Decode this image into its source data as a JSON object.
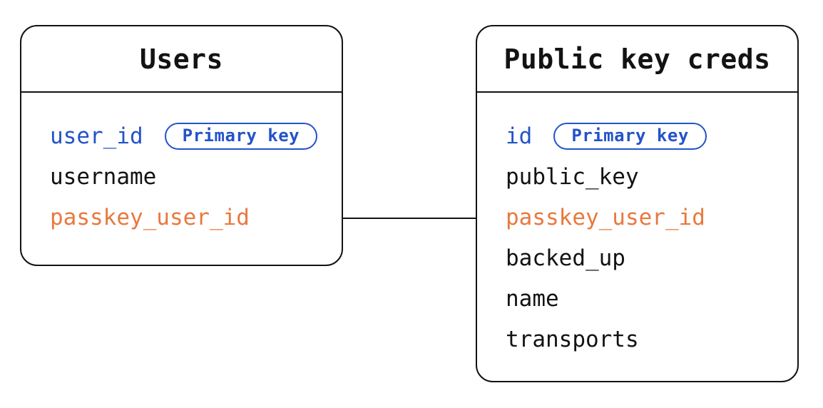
{
  "diagram": {
    "kind": "entity-relationship",
    "colors": {
      "primary_key_accent": "#2453C8",
      "linked_field_accent": "#E8793F",
      "text": "#131313",
      "border": "#131313",
      "background": "#FFFFFF"
    },
    "tables": [
      {
        "title": "Users",
        "fields": [
          {
            "name": "user_id",
            "role": "primary",
            "badge": "Primary key"
          },
          {
            "name": "username",
            "role": "normal"
          },
          {
            "name": "passkey_user_id",
            "role": "linked"
          }
        ]
      },
      {
        "title": "Public key creds",
        "fields": [
          {
            "name": "id",
            "role": "primary",
            "badge": "Primary key"
          },
          {
            "name": "public_key",
            "role": "normal"
          },
          {
            "name": "passkey_user_id",
            "role": "linked"
          },
          {
            "name": "backed_up",
            "role": "normal"
          },
          {
            "name": "name",
            "role": "normal"
          },
          {
            "name": "transports",
            "role": "normal"
          }
        ]
      }
    ],
    "relationship": {
      "from": "Users.passkey_user_id",
      "to": "Public key creds.passkey_user_id"
    }
  }
}
